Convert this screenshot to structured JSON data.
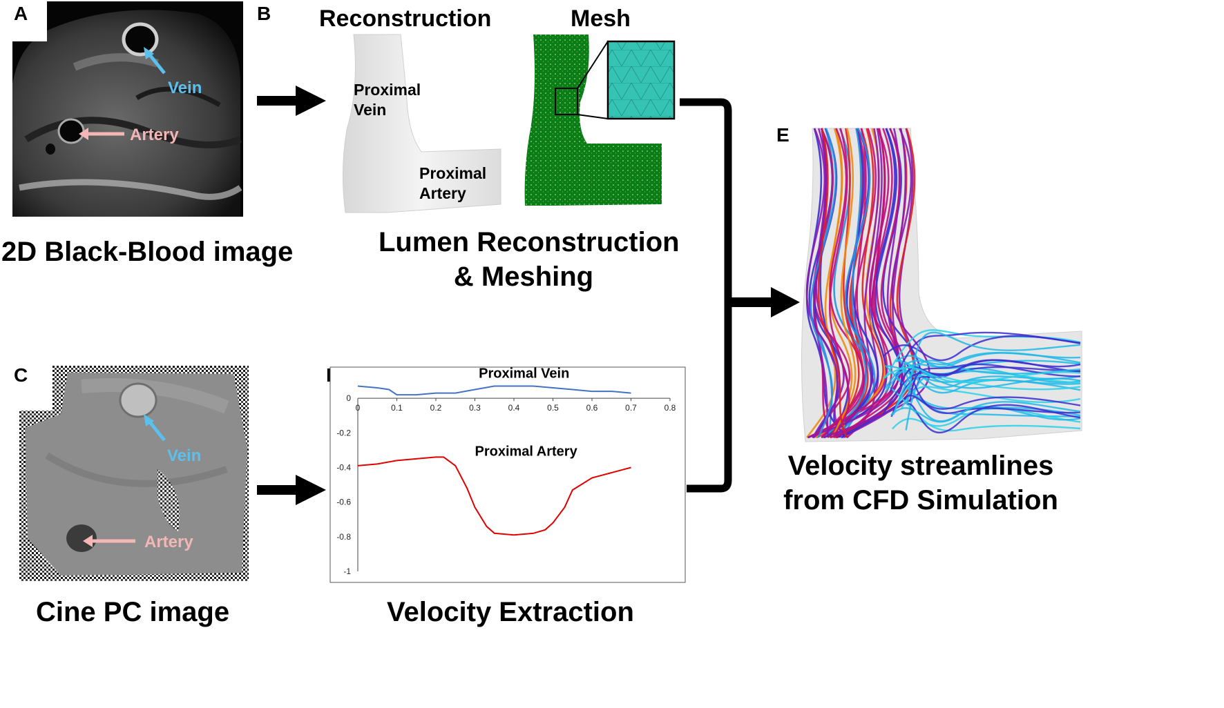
{
  "panels": {
    "a": {
      "letter": "A",
      "caption": "2D Black-Blood image",
      "vein_label": "Vein",
      "artery_label": "Artery"
    },
    "b": {
      "letter": "B",
      "reconstruction_title": "Reconstruction",
      "mesh_title": "Mesh",
      "proximal_vein_label": [
        "Proximal",
        "Vein"
      ],
      "proximal_artery_label": [
        "Proximal",
        "Artery"
      ],
      "caption": [
        "Lumen Reconstruction",
        "& Meshing"
      ]
    },
    "c": {
      "letter": "C",
      "caption": "Cine PC image",
      "vein_label": "Vein",
      "artery_label": "Artery"
    },
    "d": {
      "letter": "D",
      "caption": "Velocity Extraction"
    },
    "e": {
      "letter": "E",
      "caption": [
        "Velocity streamlines",
        "from CFD Simulation"
      ]
    }
  },
  "colors": {
    "vein_label": "#5bc0eb",
    "artery_label": "#f4b6b6",
    "mesh_green": "#0a7d14",
    "mesh_zoom": "#35c4b4",
    "vein_curve": "#4472c4",
    "artery_curve": "#e00000"
  },
  "chart_data": {
    "type": "line",
    "xticks": [
      "0",
      "0.1",
      "0.2",
      "0.3",
      "0.4",
      "0.5",
      "0.6",
      "0.7",
      "0.8"
    ],
    "yticks": [
      "0",
      "-0.2",
      "-0.4",
      "-0.6",
      "-0.8",
      "-1"
    ],
    "xlim": [
      0,
      0.8
    ],
    "ylim": [
      -1,
      0.1
    ],
    "series": [
      {
        "name": "Proximal Vein",
        "color": "#4472c4",
        "x": [
          0,
          0.05,
          0.08,
          0.1,
          0.15,
          0.2,
          0.25,
          0.3,
          0.35,
          0.4,
          0.45,
          0.5,
          0.55,
          0.6,
          0.65,
          0.7
        ],
        "y": [
          0.07,
          0.06,
          0.05,
          0.02,
          0.02,
          0.03,
          0.03,
          0.05,
          0.07,
          0.07,
          0.07,
          0.06,
          0.05,
          0.04,
          0.04,
          0.03
        ]
      },
      {
        "name": "Proximal Artery",
        "color": "#e00000",
        "x": [
          0,
          0.05,
          0.1,
          0.15,
          0.2,
          0.22,
          0.25,
          0.28,
          0.3,
          0.33,
          0.35,
          0.4,
          0.45,
          0.48,
          0.5,
          0.53,
          0.55,
          0.6,
          0.65,
          0.7
        ],
        "y": [
          -0.39,
          -0.38,
          -0.36,
          -0.35,
          -0.34,
          -0.34,
          -0.39,
          -0.52,
          -0.63,
          -0.74,
          -0.78,
          -0.79,
          -0.78,
          -0.76,
          -0.72,
          -0.63,
          -0.53,
          -0.46,
          -0.43,
          -0.4
        ]
      }
    ]
  }
}
